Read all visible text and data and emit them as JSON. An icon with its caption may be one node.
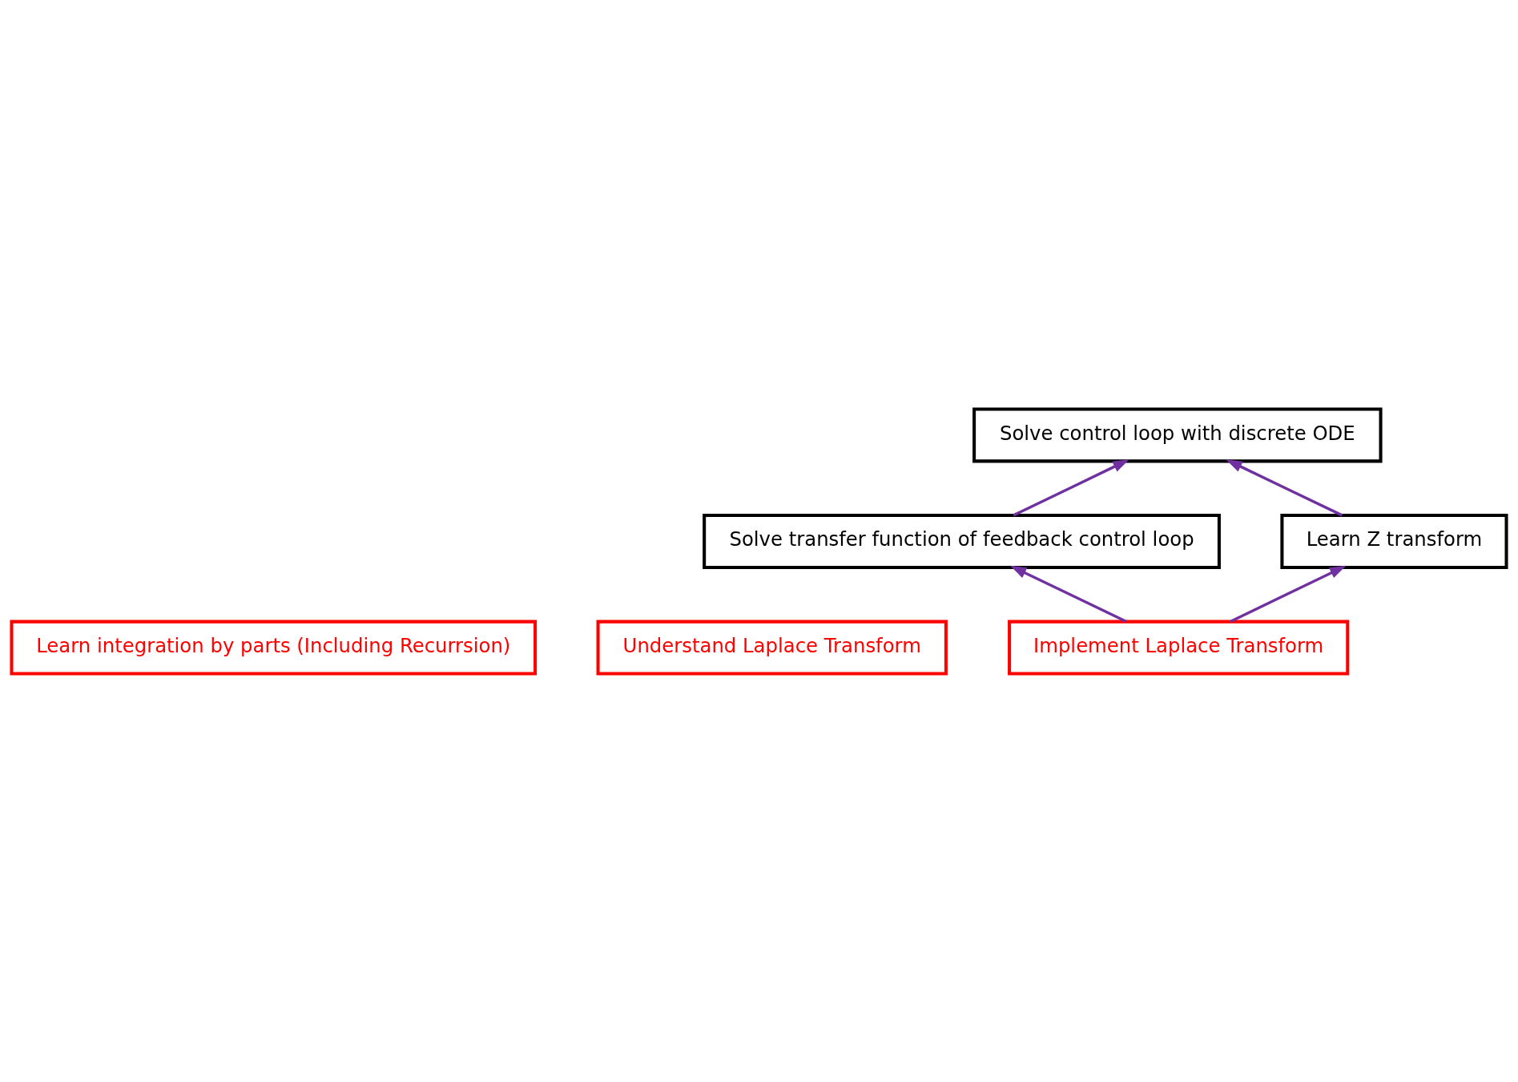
{
  "diagram": {
    "nodes": [
      {
        "text": [
          "Learn integration by parts (Including Recurrsion)"
        ]
      },
      {
        "text": [
          "Understand Laplace Transform"
        ]
      },
      {
        "text": [
          "Solve control loop with discrete ODE"
        ]
      },
      {
        "text": [
          "Solve transfer function of feedback control loop"
        ]
      },
      {
        "text": [
          "Learn Z transform"
        ]
      },
      {
        "text": [
          "Implement Laplace Transform"
        ]
      }
    ],
    "edges": [
      {
        "from": 3,
        "to": 2,
        "arrow": "to",
        "color": "#7030a0"
      },
      {
        "from": 5,
        "to": 3,
        "arrow": "to",
        "color": "#7030a0"
      },
      {
        "from": 4,
        "to": 2,
        "arrow": "to",
        "color": "#7030a0"
      },
      {
        "from": 5,
        "to": 4,
        "arrow": "to",
        "color": "#7030a0"
      }
    ]
  }
}
